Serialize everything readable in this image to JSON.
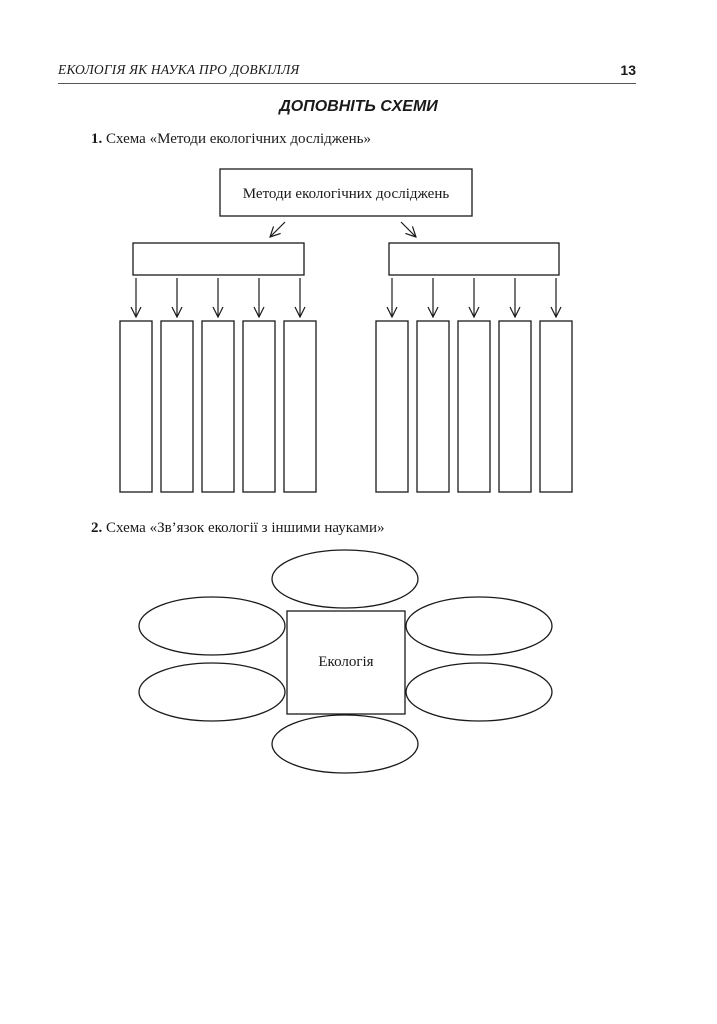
{
  "header": {
    "running_title": "ЕКОЛОГІЯ ЯК НАУКА ПРО ДОВКІЛЛЯ",
    "page_number": "13"
  },
  "section_title": "ДОПОВНІТЬ СХЕМИ",
  "task1": {
    "number": "1.",
    "text": "Схема «Методи екологічних досліджень»",
    "root_label": "Методи екологічних досліджень",
    "branches": [
      {
        "label": "",
        "leaves": [
          "",
          "",
          "",
          "",
          ""
        ]
      },
      {
        "label": "",
        "leaves": [
          "",
          "",
          "",
          "",
          ""
        ]
      }
    ]
  },
  "task2": {
    "number": "2.",
    "text": "Схема «Зв’язок екології з іншими науками»",
    "center_label": "Екологія",
    "related_sciences": [
      "",
      "",
      "",
      "",
      "",
      ""
    ]
  }
}
